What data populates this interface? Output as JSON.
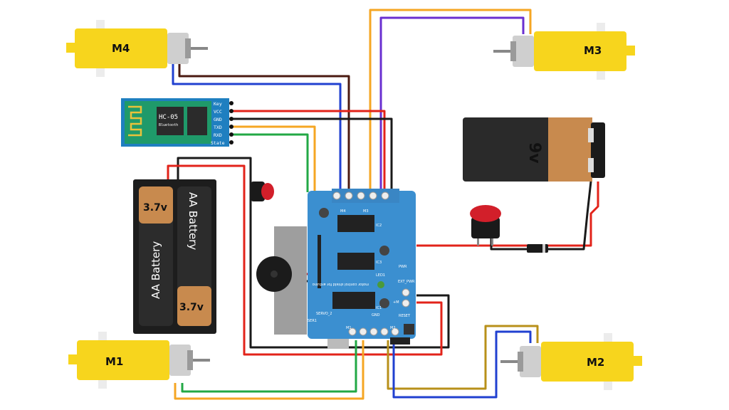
{
  "motors": [
    {
      "label": "M4"
    },
    {
      "label": "M3"
    },
    {
      "label": "M1"
    },
    {
      "label": "M2"
    }
  ],
  "bluetooth": {
    "name": "HC-05",
    "subtitle": "Bluetooth",
    "pins": [
      "Key",
      "VCC",
      "GND",
      "TXD",
      "RXD",
      "State"
    ]
  },
  "battery_pack": {
    "cells": [
      {
        "voltage": "3.7v",
        "label": "AA Battery"
      },
      {
        "voltage": "3.7v",
        "label": "AA Battery"
      }
    ]
  },
  "battery_9v": {
    "label": "9v"
  },
  "shield": {
    "title": "motor control shield for arduino",
    "labels": [
      "M4",
      "M3",
      "M1",
      "M2",
      "EXT_PWR",
      "GND",
      "+M",
      "RESET",
      "SER1",
      "SERVO_2",
      "PWR",
      "IC1",
      "IC2",
      "IC3",
      "LED1"
    ]
  },
  "colors": {
    "motor_yellow": "#f7d51d",
    "shield_blue": "#3b8fd0",
    "hc05_green": "#1f9a6a",
    "wire_red": "#e2231a",
    "wire_black": "#1a1a1a",
    "wire_blue": "#2040d0",
    "wire_brown": "#4a1a10",
    "wire_orange": "#f5a623",
    "wire_purple": "#6a2fd0",
    "wire_green": "#22a845",
    "wire_gold": "#b8901a",
    "battery_copper": "#c88a4e"
  }
}
